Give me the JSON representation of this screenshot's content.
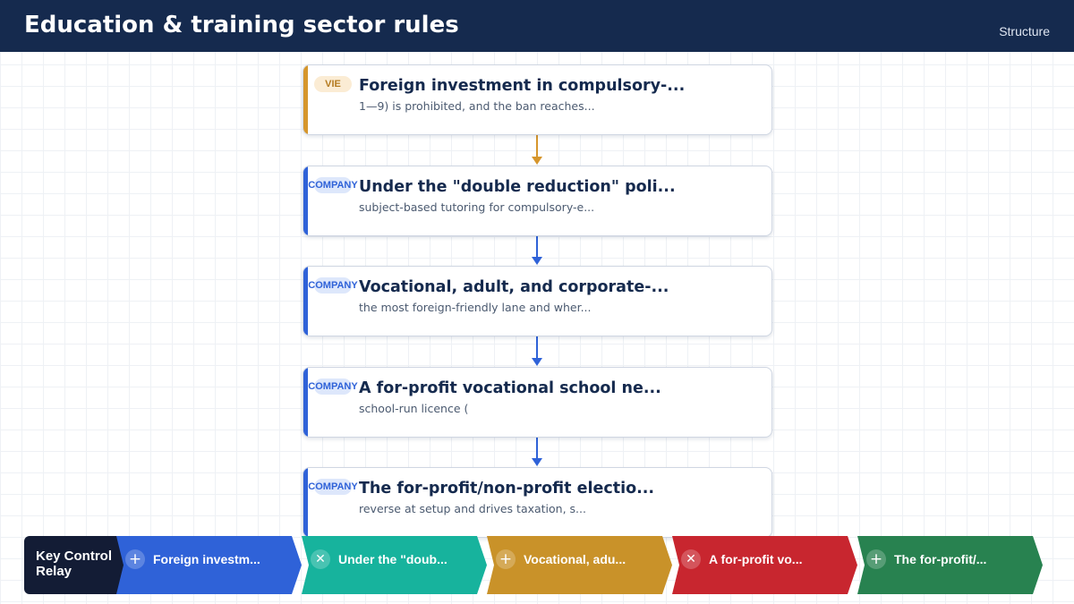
{
  "header": {
    "title": "Education & training sector rules",
    "tag": "Structure"
  },
  "nodes": [
    {
      "badge": "VIE",
      "kind": "vie",
      "title": "Foreign investment in compulsory-...",
      "subtitle": "1—9) is prohibited, and the ban reaches..."
    },
    {
      "badge": "COMPANY",
      "kind": "company",
      "title": "Under the \"double reduction\" poli...",
      "subtitle": "subject-based tutoring for compulsory-e..."
    },
    {
      "badge": "COMPANY",
      "kind": "company",
      "title": "Vocational, adult, and corporate-...",
      "subtitle": "the most foreign-friendly lane and wher..."
    },
    {
      "badge": "COMPANY",
      "kind": "company",
      "title": "A for-profit vocational school ne...",
      "subtitle": "school-run licence ("
    },
    {
      "badge": "COMPANY",
      "kind": "company",
      "title": "The for-profit/non-profit electio...",
      "subtitle": "reverse at setup and drives taxation, s..."
    }
  ],
  "relay": {
    "head": "Key Control Relay",
    "segments": [
      {
        "icon": "plus-icon",
        "glyph": "+",
        "label": "Foreign investm...",
        "color": "#2f62d8"
      },
      {
        "icon": "close-icon",
        "glyph": "✕",
        "label": "Under the \"doub...",
        "color": "#17b39d"
      },
      {
        "icon": "plus-icon",
        "glyph": "+",
        "label": "Vocational, adu...",
        "color": "#c99229"
      },
      {
        "icon": "close-icon",
        "glyph": "✕",
        "label": "A for-profit vo...",
        "color": "#c8262f"
      },
      {
        "icon": "plus-icon",
        "glyph": "+",
        "label": "The for-profit/...",
        "color": "#288250"
      }
    ]
  },
  "colors": {
    "header": "#152a4e",
    "vie_accent": "#d6962c",
    "company_accent": "#2f62d8"
  }
}
